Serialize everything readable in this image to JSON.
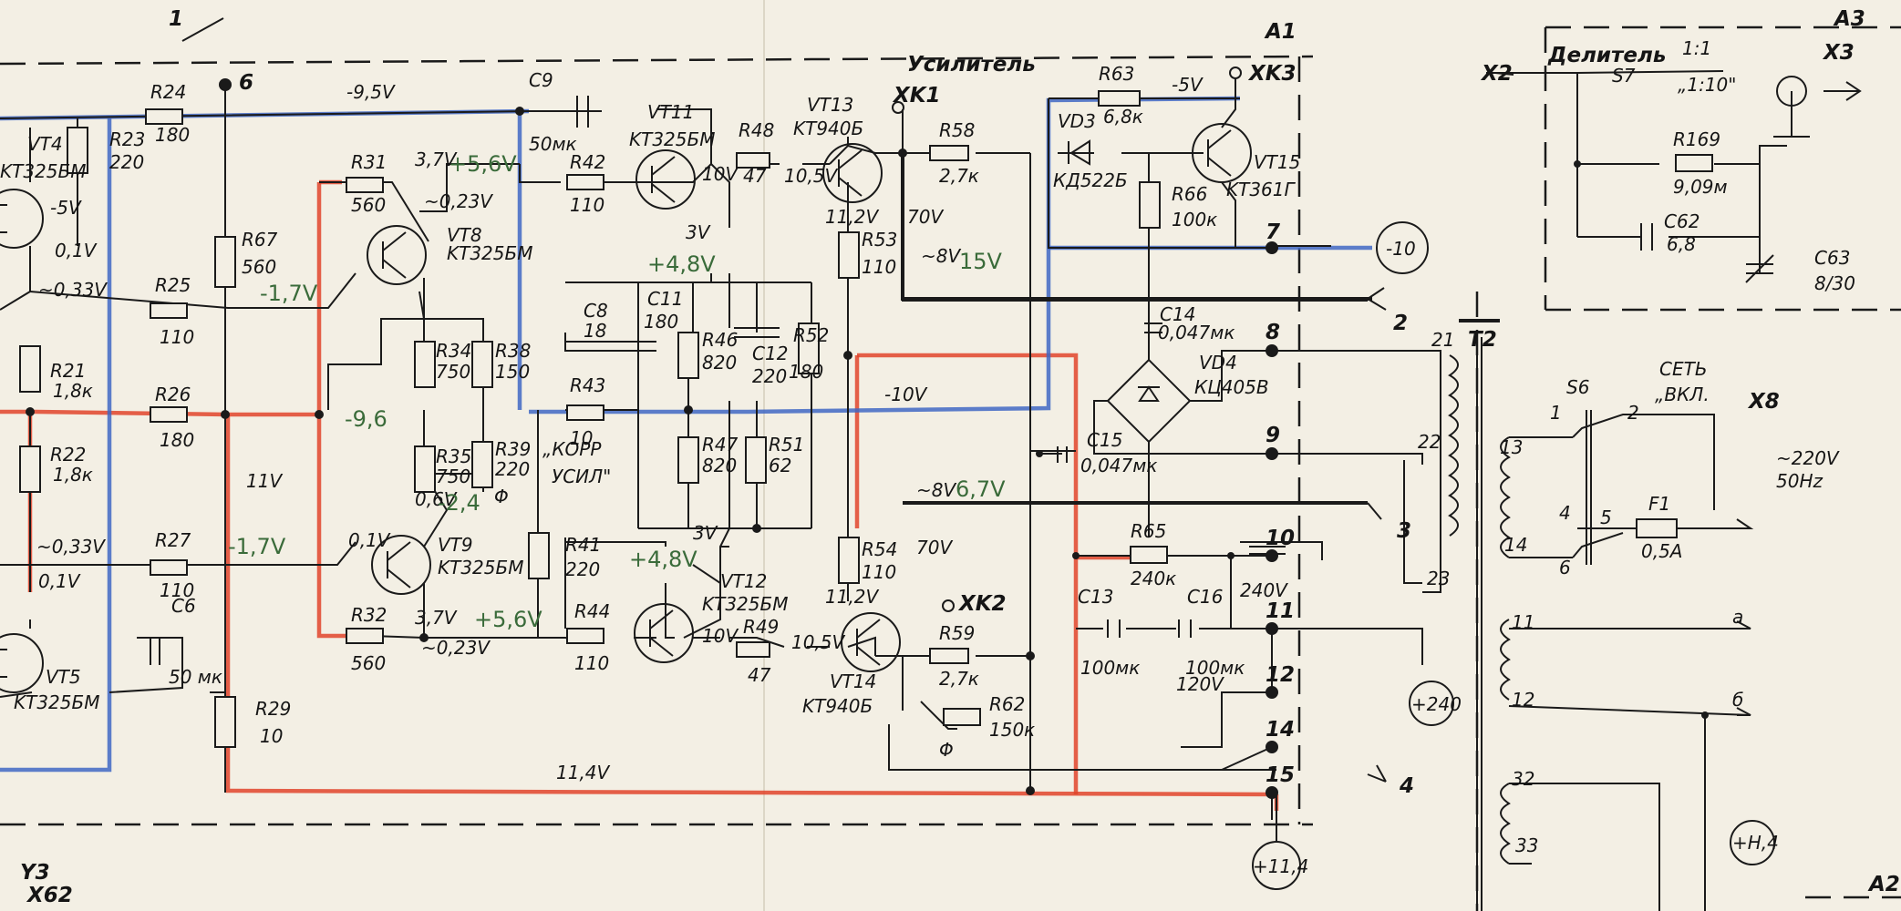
{
  "colors": {
    "paper": "#f3efe4",
    "ink": "#1a1a1a",
    "red_highlight": "#e0442c",
    "blue_highlight": "#3f67c4",
    "pencil": "#3a6b3a"
  },
  "blocks": {
    "a1_tag": "A1",
    "a1_title": "Усилитель",
    "a3_tag": "A3",
    "a3_title": "Делитель",
    "a2_tag": "A2"
  },
  "connectors": {
    "xk1": "XK1",
    "xk2": "XK2",
    "xk3": "XK3",
    "x2": "X2",
    "x3": "X3",
    "x8": "X8",
    "xs2": "X62",
    "y3": "Y3"
  },
  "transistors": [
    {
      "ref": "VT4",
      "type": "KT325БМ"
    },
    {
      "ref": "VT5",
      "type": "KT325БМ"
    },
    {
      "ref": "VT8",
      "type": "KT325БМ"
    },
    {
      "ref": "VT9",
      "type": "KT325БМ"
    },
    {
      "ref": "VT11",
      "type": "KT325БМ"
    },
    {
      "ref": "VT12",
      "type": "KT325БМ"
    },
    {
      "ref": "VT13",
      "type": "KT940Б"
    },
    {
      "ref": "VT14",
      "type": "KT940Б"
    },
    {
      "ref": "VT15",
      "type": "KT361Г"
    }
  ],
  "resistors": [
    {
      "ref": "R21",
      "value": "1,8к"
    },
    {
      "ref": "R22",
      "value": "1,8к"
    },
    {
      "ref": "R23",
      "value": "220"
    },
    {
      "ref": "R24",
      "value": "180"
    },
    {
      "ref": "R25",
      "value": "110"
    },
    {
      "ref": "R26",
      "value": "180"
    },
    {
      "ref": "R27",
      "value": "110"
    },
    {
      "ref": "R29",
      "value": "10"
    },
    {
      "ref": "R31",
      "value": "560"
    },
    {
      "ref": "R32",
      "value": "560"
    },
    {
      "ref": "R34",
      "value": "750"
    },
    {
      "ref": "R35",
      "value": "750"
    },
    {
      "ref": "R38",
      "value": "150"
    },
    {
      "ref": "R39",
      "value": "220"
    },
    {
      "ref": "R41",
      "value": "220"
    },
    {
      "ref": "R42",
      "value": "110"
    },
    {
      "ref": "R43",
      "value": "10"
    },
    {
      "ref": "R44",
      "value": "110"
    },
    {
      "ref": "R46",
      "value": "820"
    },
    {
      "ref": "R47",
      "value": "820"
    },
    {
      "ref": "R48",
      "value": "47"
    },
    {
      "ref": "R49",
      "value": "47"
    },
    {
      "ref": "R51",
      "value": "62"
    },
    {
      "ref": "R52",
      "value": "180"
    },
    {
      "ref": "R53",
      "value": "110"
    },
    {
      "ref": "R54",
      "value": "110"
    },
    {
      "ref": "R58",
      "value": "2,7к"
    },
    {
      "ref": "R59",
      "value": "2,7к"
    },
    {
      "ref": "R62",
      "value": "150к"
    },
    {
      "ref": "R63",
      "value": "6,8к"
    },
    {
      "ref": "R65",
      "value": "240к"
    },
    {
      "ref": "R66",
      "value": "100к"
    },
    {
      "ref": "R67",
      "value": "560"
    },
    {
      "ref": "R169",
      "value": "9,09м"
    }
  ],
  "capacitors": [
    {
      "ref": "C6",
      "value": "50 мк"
    },
    {
      "ref": "C8",
      "value": "18"
    },
    {
      "ref": "C9",
      "value": "50мк"
    },
    {
      "ref": "C11",
      "value": "180"
    },
    {
      "ref": "C12",
      "value": "220"
    },
    {
      "ref": "C13",
      "value": "100мк"
    },
    {
      "ref": "C14",
      "value": "0,047мк"
    },
    {
      "ref": "C15",
      "value": "0,047мк"
    },
    {
      "ref": "C16",
      "value": "100мк"
    },
    {
      "ref": "C16_v",
      "value": "120V"
    },
    {
      "ref": "C62",
      "value": "6,8"
    },
    {
      "ref": "C63",
      "value": "8/30"
    }
  ],
  "diodes": [
    {
      "ref": "VD3",
      "type": "КД522Б"
    },
    {
      "ref": "VD4",
      "type": "КЦ405В"
    }
  ],
  "voltages": {
    "rail_neg95": "-9,5V",
    "neg5": "-5V",
    "neg5b": "-5V",
    "v01a": "0,1V",
    "v033a": "~0,33V",
    "v033b": "~0,33V",
    "v01b": "0,1V",
    "v37a": "3,7V",
    "v023a": "~0,23V",
    "v37b": "3,7V",
    "v023b": "~0,23V",
    "v06": "0,6V",
    "v01c": "0,1V",
    "v11": "11V",
    "v10a": "10V",
    "v105a": "10,5V",
    "v3a": "3V",
    "v3b": "3V",
    "v10b": "10V",
    "v105b": "10,5V",
    "v112a": "11,2V",
    "v112b": "11,2V",
    "v70a": "70V",
    "v70b": "70V",
    "v8a": "~8V",
    "v8b": "~8V",
    "neg10": "-10V",
    "v114": "11,4V",
    "v240": "240V",
    "mains": "~220V",
    "mains_hz": "50Hz",
    "fuse": "0,5A"
  },
  "pencil": {
    "p1": "+5,6V",
    "p2": "-1,7V",
    "p3": "+4,8V",
    "p4": "-9,6",
    "p5": "-2,4",
    "p6": "+4,8V",
    "p7": "-1,7V",
    "p8": "+5,6V",
    "p9": "6,7V",
    "p10": "15V"
  },
  "misc": {
    "korr": "„КОРР",
    "usil": "УСИЛ\"",
    "divider": "1:1",
    "divider2": "„1:10\"",
    "s7": "S7",
    "s6": "S6",
    "set": "СЕТЬ",
    "vkl": "„ВКЛ.",
    "t2": "T2",
    "f1": "F1",
    "a": "а",
    "b": "б",
    "phi": "Φ",
    "phi2": "Φ",
    "n1": "1",
    "n2": "2",
    "n3": "3",
    "n4": "4",
    "n5": "5",
    "n6": "6",
    "n13": "13",
    "n14": "14",
    "n11": "11",
    "n12": "12",
    "n21": "21",
    "n22": "22",
    "n23": "23",
    "n32": "32",
    "n33": "33",
    "sw1": "1",
    "sw2": "2",
    "sw4": "4",
    "sw5": "5",
    "sw6": "6",
    "ref6": "6",
    "ref1": "1"
  },
  "terminals": [
    "7",
    "8",
    "9",
    "10",
    "11",
    "12",
    "14",
    "15"
  ],
  "test_points": [
    "-10",
    "+240",
    "+11,4",
    "+H,4"
  ]
}
